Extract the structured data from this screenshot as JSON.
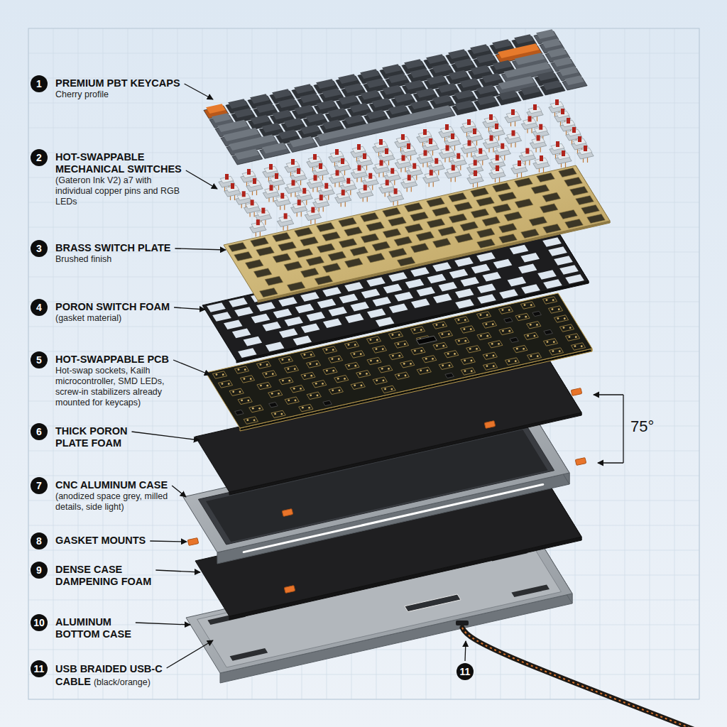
{
  "diagram": {
    "nodes": [
      {
        "text": [
          "1"
        ]
      },
      {
        "text": [
          "2"
        ]
      },
      {
        "text": [
          "3"
        ]
      },
      {
        "text": [
          "4"
        ]
      },
      {
        "text": [
          "5"
        ]
      },
      {
        "text": [
          "6"
        ]
      },
      {
        "text": [
          "7"
        ]
      },
      {
        "text": [
          "8"
        ]
      },
      {
        "text": [
          "9"
        ]
      },
      {
        "text": [
          "10"
        ]
      },
      {
        "text": [
          "11"
        ]
      },
      {
        "text": [
          "11"
        ]
      }
    ],
    "labels": [
      "PREMIUM PBT KEYCAPS",
      "Cherry profile",
      "HOT-SWAPPABLE MECHANICAL SWITCHES",
      "(Gateron Ink V2) a7 with individual copper pins and RGB LEDs",
      "BRASS SWITCH PLATE",
      "Brushed finish",
      "PORON SWITCH FOAM",
      "(gasket material)",
      "HOT-SWAPPABLE PCB",
      "Hot-swap sockets, Kailh microcontroller, SMD LEDs, screw-in stabilizers already mounted for keycaps)",
      "THICK PORON PLATE FOAM",
      "CNC ALUMINUM CASE",
      "(anodized space grey, milled details, side light)",
      "GASKET MOUNTS",
      "DENSE CASE DAMPENING FOAM",
      "ALUMINUM BOTTOM CASE",
      "USB BRAIDED USB-C CABLE",
      "(black/orange)",
      "75°"
    ]
  }
}
